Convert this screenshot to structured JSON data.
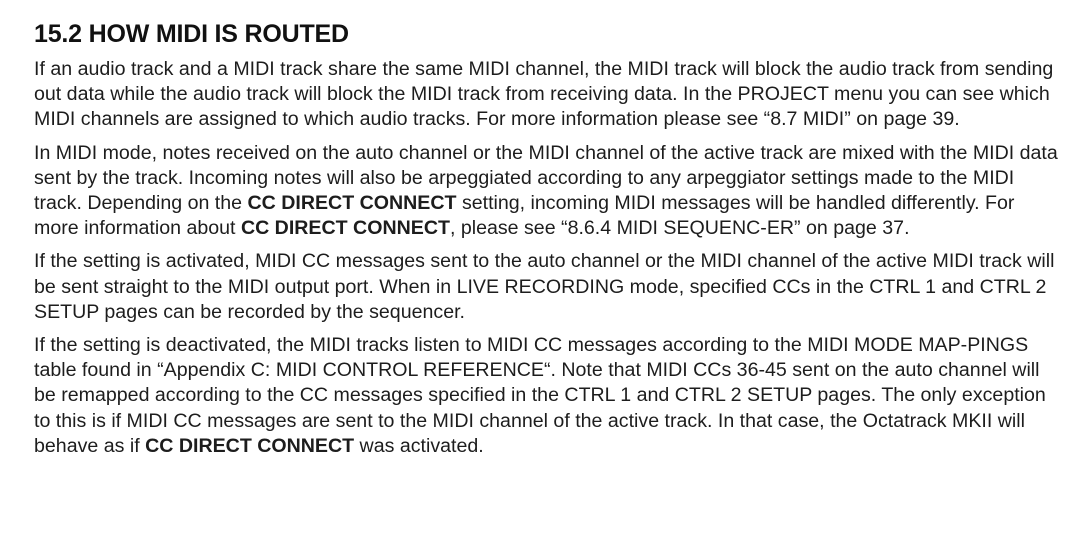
{
  "heading": "15.2 HOW MIDI IS ROUTED",
  "paragraphs": [
    [
      {
        "text": "If an audio track and a MIDI track share the same MIDI channel, the MIDI track will block the audio track from sending out data while the audio track will block the MIDI track from receiving data. In the PROJECT menu you can see which MIDI channels are assigned to which audio tracks. For more information please see “8.7 MIDI” on page 39.",
        "bold": false
      }
    ],
    [
      {
        "text": "In MIDI mode, notes received on the auto channel or the MIDI channel of the active track are mixed with the MIDI data sent by the track. Incoming notes will also be arpeggiated according to any arpeggiator settings made to the MIDI track. Depending on the ",
        "bold": false
      },
      {
        "text": "CC DIRECT CONNECT",
        "bold": true
      },
      {
        "text": " setting, incoming MIDI messages will be handled differently. For more information about ",
        "bold": false
      },
      {
        "text": "CC DIRECT CONNECT",
        "bold": true
      },
      {
        "text": ", please see “8.6.4 MIDI SEQUENC-ER” on page 37.",
        "bold": false
      }
    ],
    [
      {
        "text": "If the setting is activated, MIDI CC messages sent to the auto channel or the MIDI channel of the active MIDI track will be sent straight to the MIDI output port. When in LIVE RECORDING mode, specified CCs in the CTRL 1 and CTRL 2 SETUP pages can be recorded by the sequencer.",
        "bold": false
      }
    ],
    [
      {
        "text": "If the setting is deactivated, the MIDI tracks listen to MIDI CC messages according to the MIDI MODE MAP-PINGS table found in  “Appendix C: MIDI CONTROL REFERENCE“. Note that MIDI CCs 36-45 sent on the auto channel will be remapped according to the CC messages specified in the CTRL 1 and CTRL 2 SETUP pages. The only exception to this is if MIDI CC messages are sent to the MIDI channel of the active track. In that case, the Octatrack MKII will behave as if ",
        "bold": false
      },
      {
        "text": "CC DIRECT CONNECT",
        "bold": true
      },
      {
        "text": " was activated.",
        "bold": false
      }
    ]
  ]
}
